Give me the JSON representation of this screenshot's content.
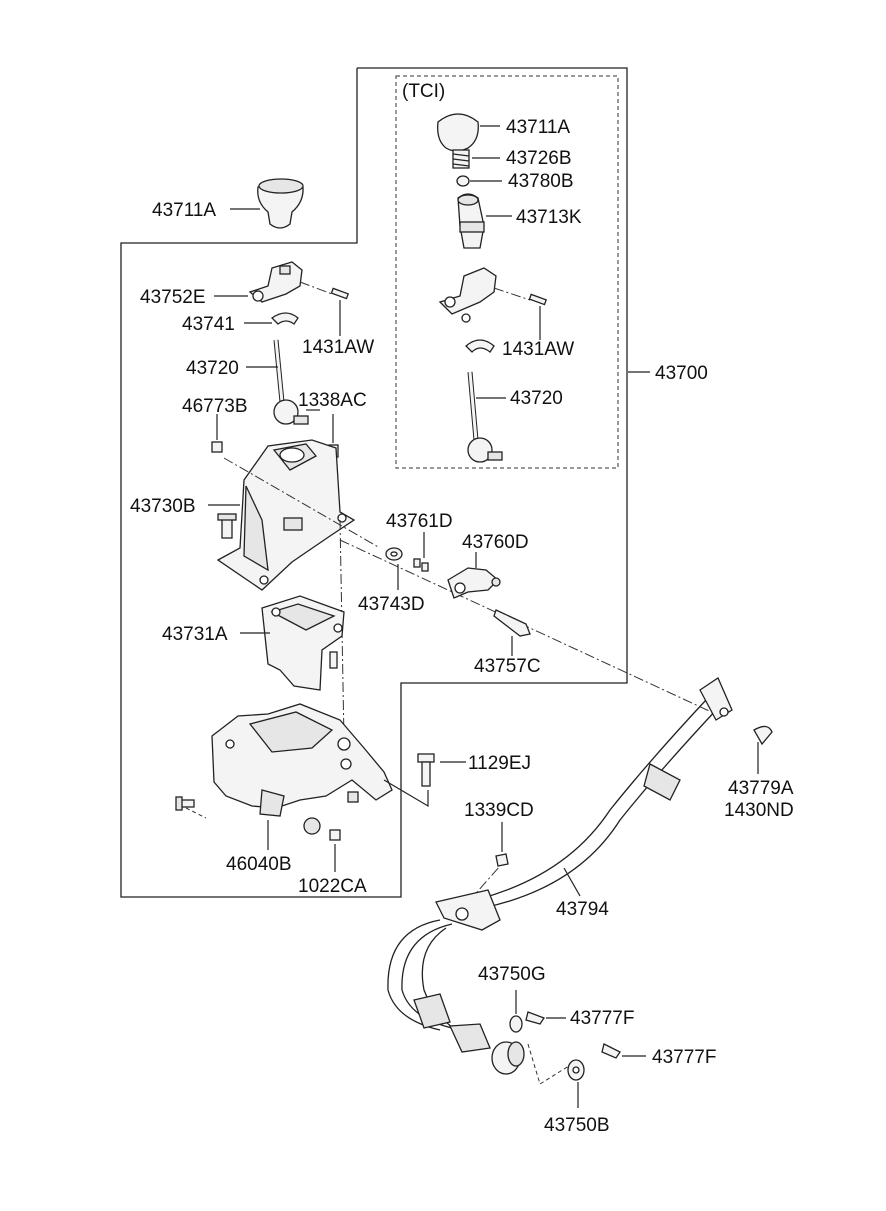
{
  "diagram": {
    "group_label": "(TCI)",
    "labels": {
      "knob_main": "43711A",
      "knob_tci": "43711A",
      "spring_tci": "43726B",
      "bushing_tci": "43780B",
      "boot_tci": "43713K",
      "lever_bracket": "43752E",
      "clip": "43741",
      "pin": "1431AW",
      "pin_tci": "1431AW",
      "lever": "43720",
      "lever_tci": "43720",
      "nut_46773B": "46773B",
      "bolt_1338AC": "1338AC",
      "housing": "43730B",
      "assembly": "43700",
      "bushing_43761D": "43761D",
      "bushing_43743D": "43743D",
      "lever_43760D": "43760D",
      "bolt_43757C": "43757C",
      "cover": "43731A",
      "bolt_1129EJ": "1129EJ",
      "bracket": "46040B",
      "nut_1022CA": "1022CA",
      "clip_43779A": "43779A",
      "pin_1430ND": "1430ND",
      "nut_1339CD": "1339CD",
      "cable": "43794",
      "washer_43750G": "43750G",
      "clip_43777F_1": "43777F",
      "clip_43777F_2": "43777F",
      "washer_43750B": "43750B"
    }
  }
}
